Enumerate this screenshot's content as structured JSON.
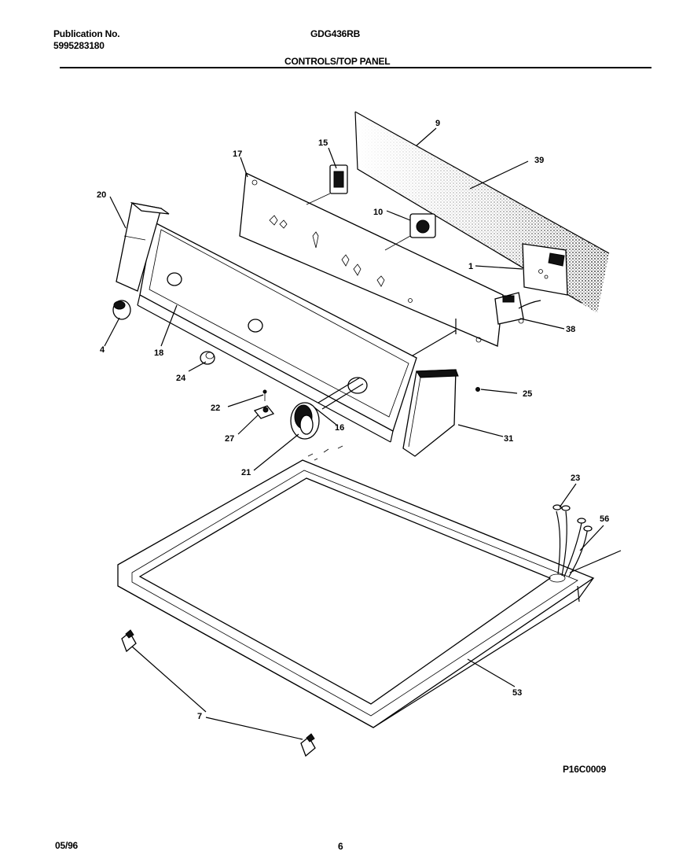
{
  "header": {
    "publication_label": "Publication No.",
    "publication_number": "5995283180",
    "model": "GDG436RB",
    "section_title": "CONTROLS/TOP PANEL"
  },
  "footer": {
    "date": "05/96",
    "page_number": "6"
  },
  "diagram_code": "P16C0009",
  "callouts": {
    "c9": "9",
    "c39": "39",
    "c15": "15",
    "c17": "17",
    "c20": "20",
    "c10": "10",
    "c1": "1",
    "c38": "38",
    "c4": "4",
    "c18": "18",
    "c24": "24",
    "c25": "25",
    "c22": "22",
    "c27": "27",
    "c16": "16",
    "c31": "31",
    "c21": "21",
    "c23": "23",
    "c56": "56",
    "c53": "53",
    "c7": "7"
  }
}
